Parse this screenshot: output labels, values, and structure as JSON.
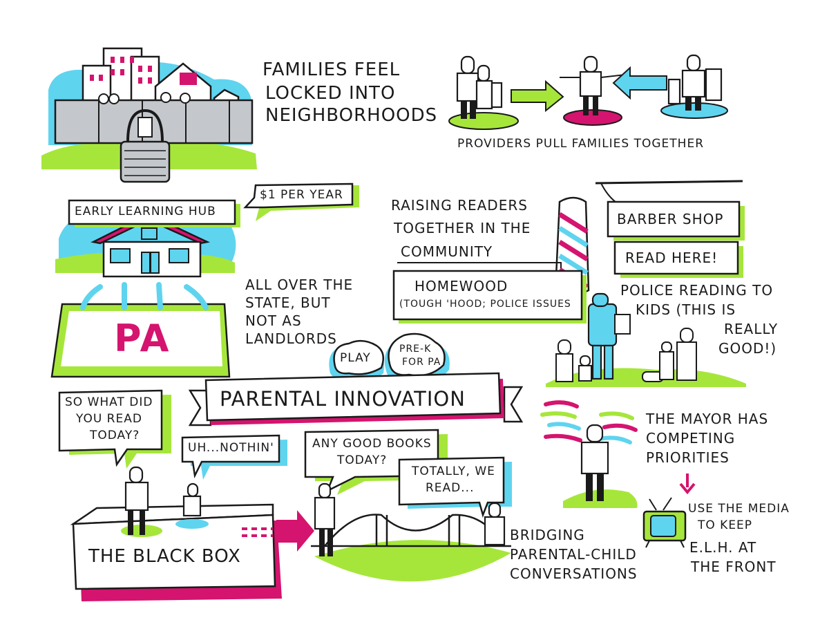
{
  "sketchnote": {
    "families_locked": [
      "Families Feel",
      "Locked Into",
      "Neighborhoods"
    ],
    "providers_pull": "Providers Pull Families Together",
    "early_learning_hub": "Early Learning Hub",
    "per_year": "$1 Per Year",
    "all_over_state": [
      "All over the",
      "state, but",
      "not as",
      "landlords"
    ],
    "pa": "PA",
    "play": "Play",
    "pre_k": [
      "Pre-K",
      "for PA"
    ],
    "raising_readers": [
      "Raising Readers",
      "Together in the",
      "Community"
    ],
    "barber_shop": "Barber Shop",
    "read_here": "Read Here!",
    "homewood": "Homewood",
    "homewood_note": "(Tough 'hood; police issues",
    "police_reading": [
      "Police Reading to",
      "Kids (This is",
      "Really",
      "Good!)"
    ],
    "parental_innovation": "Parental Innovation",
    "so_what_did": [
      "So what did",
      "you read",
      "today?"
    ],
    "uh_nothin": "Uh...Nothin'",
    "any_good_books": [
      "Any good books",
      "today?"
    ],
    "totally": [
      "Totally, we",
      "read..."
    ],
    "black_box": "The Black Box",
    "bridging": [
      "Bridging",
      "Parental-Child",
      "Conversations"
    ],
    "mayor": [
      "The mayor has",
      "competing",
      "priorities"
    ],
    "use_media": [
      "Use the media",
      "to keep"
    ],
    "elh": [
      "E.L.H. at",
      "the front"
    ]
  },
  "colors": {
    "green": "#a6e63b",
    "cyan": "#5fd4ef",
    "magenta": "#d4146e",
    "gray": "#c4c7cb",
    "ink": "#1a1a1a"
  }
}
